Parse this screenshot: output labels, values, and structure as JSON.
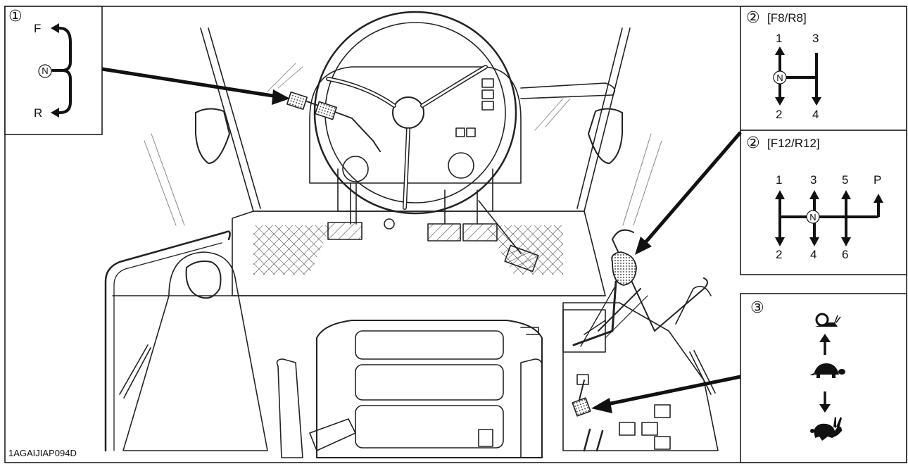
{
  "figure_code": "1AGAIJIAP094D",
  "panel1": {
    "number": "①",
    "labels": {
      "forward": "F",
      "neutral": "N",
      "reverse": "R"
    }
  },
  "panel2a": {
    "number": "②",
    "title": "[F8/R8]",
    "gears": {
      "g1": "1",
      "g2": "2",
      "g3": "3",
      "g4": "4",
      "neutral": "N"
    }
  },
  "panel2b": {
    "number": "②",
    "title": "[F12/R12]",
    "gears": {
      "g1": "1",
      "g2": "2",
      "g3": "3",
      "g4": "4",
      "g5": "5",
      "g6": "6",
      "park": "P",
      "neutral": "N"
    }
  },
  "panel3": {
    "number": "③",
    "icons": [
      "snail-icon",
      "up-arrow-icon",
      "turtle-icon",
      "down-arrow-icon",
      "rabbit-icon"
    ]
  }
}
